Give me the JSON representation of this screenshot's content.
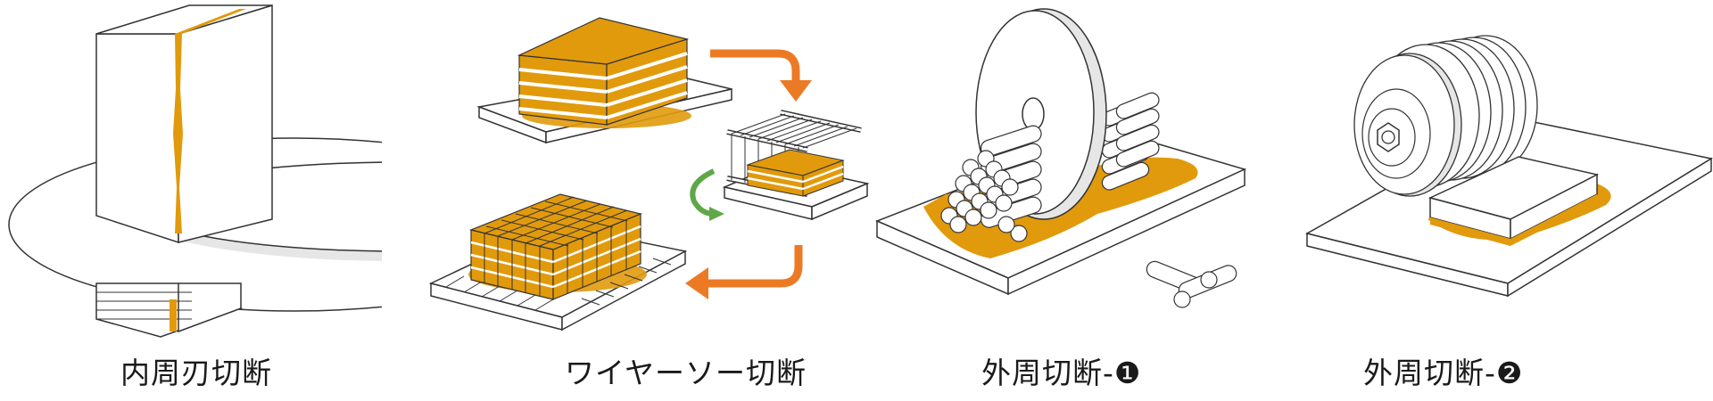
{
  "colors": {
    "resin": "#e19a0c",
    "arrow_orange": "#ec7a25",
    "arrow_green": "#5fa847",
    "stroke": "#333333",
    "fill_white": "#ffffff",
    "fill_grey": "#e6e6e6"
  },
  "panels": [
    {
      "id": "inner-blade",
      "caption": "内周刃切断"
    },
    {
      "id": "wire-saw",
      "caption": "ワイヤーソー切断"
    },
    {
      "id": "outer-blade-1",
      "caption": "外周切断-❶"
    },
    {
      "id": "outer-blade-2",
      "caption": "外周切断-❷"
    }
  ]
}
